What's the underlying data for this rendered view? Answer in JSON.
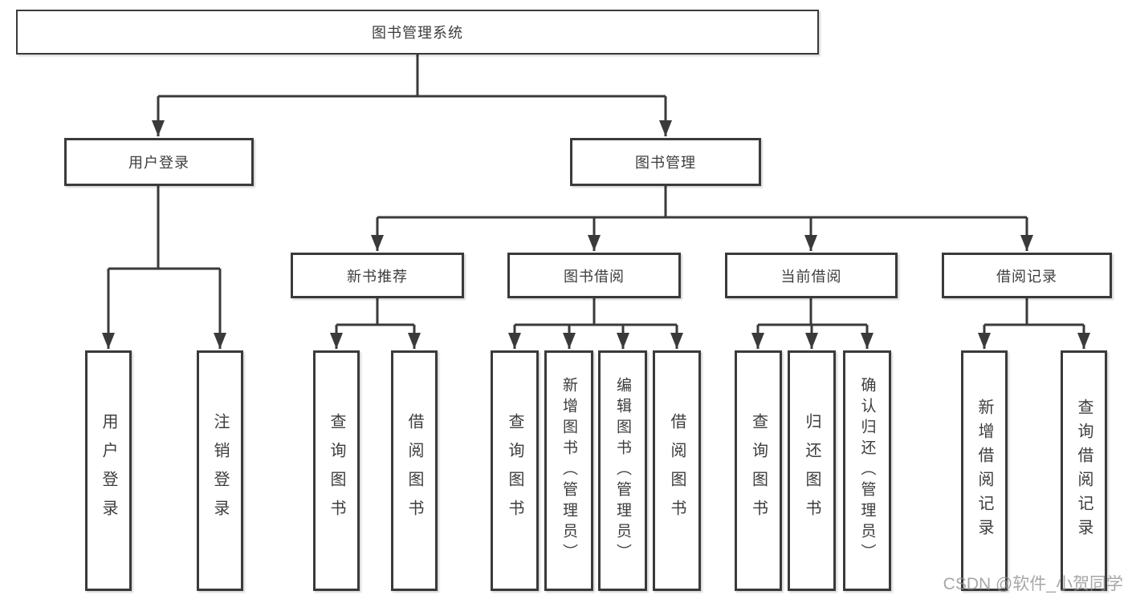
{
  "colors": {
    "line": "#3a3a3a",
    "box_border": "#3a3a3a",
    "text": "#3d3d3d",
    "background": "#ffffff",
    "watermark": "#8f8f8f"
  },
  "watermark": "CSDN @软件_小贺同学",
  "tree": {
    "root": {
      "label": "图书管理系统",
      "children": [
        {
          "label": "用户登录",
          "children": [
            {
              "label": "用户登录"
            },
            {
              "label": "注销登录"
            }
          ]
        },
        {
          "label": "图书管理",
          "children": [
            {
              "label": "新书推荐",
              "children": [
                {
                  "label": "查询图书"
                },
                {
                  "label": "借阅图书"
                }
              ]
            },
            {
              "label": "图书借阅",
              "children": [
                {
                  "label": "查询图书"
                },
                {
                  "label": "新增图书（管理员）"
                },
                {
                  "label": "编辑图书（管理员）"
                },
                {
                  "label": "借阅图书"
                }
              ]
            },
            {
              "label": "当前借阅",
              "children": [
                {
                  "label": "查询图书"
                },
                {
                  "label": "归还图书"
                },
                {
                  "label": "确认归还（管理员）"
                }
              ]
            },
            {
              "label": "借阅记录",
              "children": [
                {
                  "label": "新增借阅记录"
                },
                {
                  "label": "查询借阅记录"
                }
              ]
            }
          ]
        }
      ]
    }
  }
}
